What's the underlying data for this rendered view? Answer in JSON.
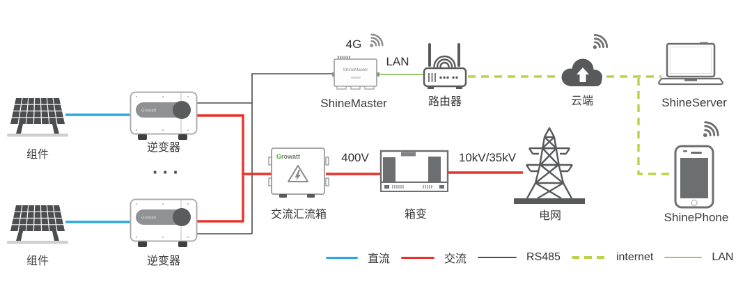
{
  "nodes": {
    "pv_top": "组件",
    "pv_bottom": "组件",
    "inverter_top": "逆变器",
    "inverter_bottom": "逆变器",
    "inverter_brand": "Growatt",
    "ellipsis": "···",
    "shinemaster": "ShineMaster",
    "shinemaster_device": "ShineMaster",
    "router": "路由器",
    "cloud": "云端",
    "shineserver": "ShineServer",
    "shinephone": "ShinePhone",
    "combiner": "交流汇流箱",
    "combiner_brand_g": "G",
    "combiner_brand_rest": "rowatt",
    "transformer": "箱变",
    "grid": "电网"
  },
  "edges": {
    "cellular": "4G",
    "lan": "LAN",
    "low_voltage": "400V",
    "high_voltage": "10kV/35kV"
  },
  "legend": [
    {
      "label": "直流",
      "color": "#29a9e1",
      "style": "solid"
    },
    {
      "label": "交流",
      "color": "#e5332a",
      "style": "solid"
    },
    {
      "label": "RS485",
      "color": "#4a4a4a",
      "style": "solid"
    },
    {
      "label": "internet",
      "color": "#bdd246",
      "style": "dashed"
    },
    {
      "label": "LAN",
      "color": "#95c869",
      "style": "solid"
    }
  ],
  "colors": {
    "dc": "#29a9e1",
    "ac": "#e5332a",
    "rs485": "#4a4a4a",
    "internet": "#bdd246",
    "lan": "#95c869",
    "device_dark": "#58595b",
    "device_stroke": "#9a9a9a",
    "brand_green": "#44b035"
  }
}
